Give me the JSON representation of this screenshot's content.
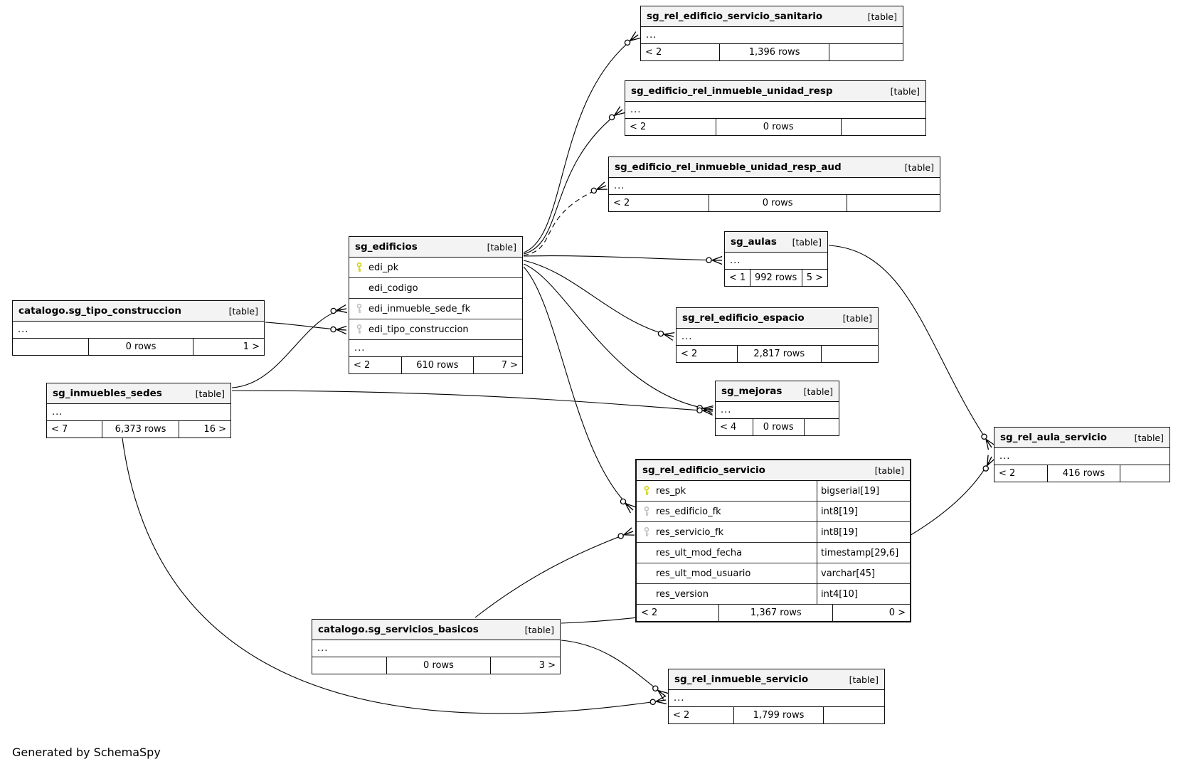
{
  "generator_note": "Generated by SchemaSpy",
  "tables": {
    "sanitario": {
      "name": "sg_rel_edificio_servicio_sanitario",
      "badge": "[table]",
      "ellipsis": "...",
      "stats": {
        "parents": "< 2",
        "rows": "1,396 rows",
        "children": ""
      }
    },
    "resp": {
      "name": "sg_edificio_rel_inmueble_unidad_resp",
      "badge": "[table]",
      "ellipsis": "...",
      "stats": {
        "parents": "< 2",
        "rows": "0 rows",
        "children": ""
      }
    },
    "resp_aud": {
      "name": "sg_edificio_rel_inmueble_unidad_resp_aud",
      "badge": "[table]",
      "ellipsis": "...",
      "stats": {
        "parents": "< 2",
        "rows": "0 rows",
        "children": ""
      }
    },
    "edificios": {
      "name": "sg_edificios",
      "badge": "[table]",
      "ellipsis": "...",
      "columns": [
        {
          "icon": "pk",
          "name": "edi_pk",
          "type": ""
        },
        {
          "icon": "",
          "name": "edi_codigo",
          "type": ""
        },
        {
          "icon": "fk",
          "name": "edi_inmueble_sede_fk",
          "type": ""
        },
        {
          "icon": "fk",
          "name": "edi_tipo_construccion",
          "type": ""
        }
      ],
      "stats": {
        "parents": "< 2",
        "rows": "610 rows",
        "children": "7 >"
      }
    },
    "tipo_construccion": {
      "name": "catalogo.sg_tipo_construccion",
      "badge": "[table]",
      "ellipsis": "...",
      "stats": {
        "parents": "",
        "rows": "0 rows",
        "children": "1 >"
      }
    },
    "inmuebles_sedes": {
      "name": "sg_inmuebles_sedes",
      "badge": "[table]",
      "ellipsis": "...",
      "stats": {
        "parents": "< 7",
        "rows": "6,373 rows",
        "children": "16 >"
      }
    },
    "aulas": {
      "name": "sg_aulas",
      "badge": "[table]",
      "ellipsis": "...",
      "stats": {
        "parents": "< 1",
        "rows": "992 rows",
        "children": "5 >"
      }
    },
    "espacio": {
      "name": "sg_rel_edificio_espacio",
      "badge": "[table]",
      "ellipsis": "...",
      "stats": {
        "parents": "< 2",
        "rows": "2,817 rows",
        "children": ""
      }
    },
    "mejoras": {
      "name": "sg_mejoras",
      "badge": "[table]",
      "ellipsis": "...",
      "stats": {
        "parents": "< 4",
        "rows": "0 rows",
        "children": ""
      }
    },
    "rel_edificio_servicio": {
      "name": "sg_rel_edificio_servicio",
      "badge": "[table]",
      "columns": [
        {
          "icon": "pk",
          "name": "res_pk",
          "type": "bigserial[19]"
        },
        {
          "icon": "fk",
          "name": "res_edificio_fk",
          "type": "int8[19]"
        },
        {
          "icon": "fk",
          "name": "res_servicio_fk",
          "type": "int8[19]"
        },
        {
          "icon": "",
          "name": "res_ult_mod_fecha",
          "type": "timestamp[29,6]"
        },
        {
          "icon": "",
          "name": "res_ult_mod_usuario",
          "type": "varchar[45]"
        },
        {
          "icon": "",
          "name": "res_version",
          "type": "int4[10]"
        }
      ],
      "stats": {
        "parents": "< 2",
        "rows": "1,367 rows",
        "children": "0 >"
      }
    },
    "servicios_basicos": {
      "name": "catalogo.sg_servicios_basicos",
      "badge": "[table]",
      "ellipsis": "...",
      "stats": {
        "parents": "",
        "rows": "0 rows",
        "children": "3 >"
      }
    },
    "rel_inmueble_servicio": {
      "name": "sg_rel_inmueble_servicio",
      "badge": "[table]",
      "ellipsis": "...",
      "stats": {
        "parents": "< 2",
        "rows": "1,799 rows",
        "children": ""
      }
    },
    "rel_aula_servicio": {
      "name": "sg_rel_aula_servicio",
      "badge": "[table]",
      "ellipsis": "...",
      "stats": {
        "parents": "< 2",
        "rows": "416 rows",
        "children": ""
      }
    }
  },
  "relationships": [
    {
      "from": "sg_edificios",
      "to": "sg_rel_edificio_servicio_sanitario",
      "style": "solid"
    },
    {
      "from": "sg_edificios",
      "to": "sg_edificio_rel_inmueble_unidad_resp",
      "style": "solid"
    },
    {
      "from": "sg_edificios",
      "to": "sg_edificio_rel_inmueble_unidad_resp_aud",
      "style": "dashed"
    },
    {
      "from": "sg_edificios",
      "to": "sg_aulas",
      "style": "solid"
    },
    {
      "from": "sg_edificios",
      "to": "sg_rel_edificio_espacio",
      "style": "solid"
    },
    {
      "from": "sg_edificios",
      "to": "sg_mejoras",
      "style": "solid"
    },
    {
      "from": "sg_edificios",
      "to": "sg_rel_edificio_servicio.res_edificio_fk",
      "style": "solid"
    },
    {
      "from": "catalogo.sg_tipo_construccion",
      "to": "sg_edificios.edi_tipo_construccion",
      "style": "solid"
    },
    {
      "from": "sg_inmuebles_sedes",
      "to": "sg_edificios.edi_inmueble_sede_fk",
      "style": "solid"
    },
    {
      "from": "sg_inmuebles_sedes",
      "to": "sg_mejoras",
      "style": "solid"
    },
    {
      "from": "sg_inmuebles_sedes",
      "to": "sg_rel_inmueble_servicio",
      "style": "solid"
    },
    {
      "from": "catalogo.sg_servicios_basicos",
      "to": "sg_rel_edificio_servicio.res_servicio_fk",
      "style": "solid"
    },
    {
      "from": "catalogo.sg_servicios_basicos",
      "to": "sg_rel_inmueble_servicio",
      "style": "solid"
    },
    {
      "from": "catalogo.sg_servicios_basicos",
      "to": "sg_rel_aula_servicio",
      "style": "solid"
    },
    {
      "from": "sg_aulas",
      "to": "sg_rel_aula_servicio",
      "style": "solid"
    }
  ],
  "colors": {
    "pk_key": "#d2d218",
    "fk_key": "#c2c2c2",
    "header_bg": "#f3f3f3",
    "border": "#0f0f0f"
  }
}
